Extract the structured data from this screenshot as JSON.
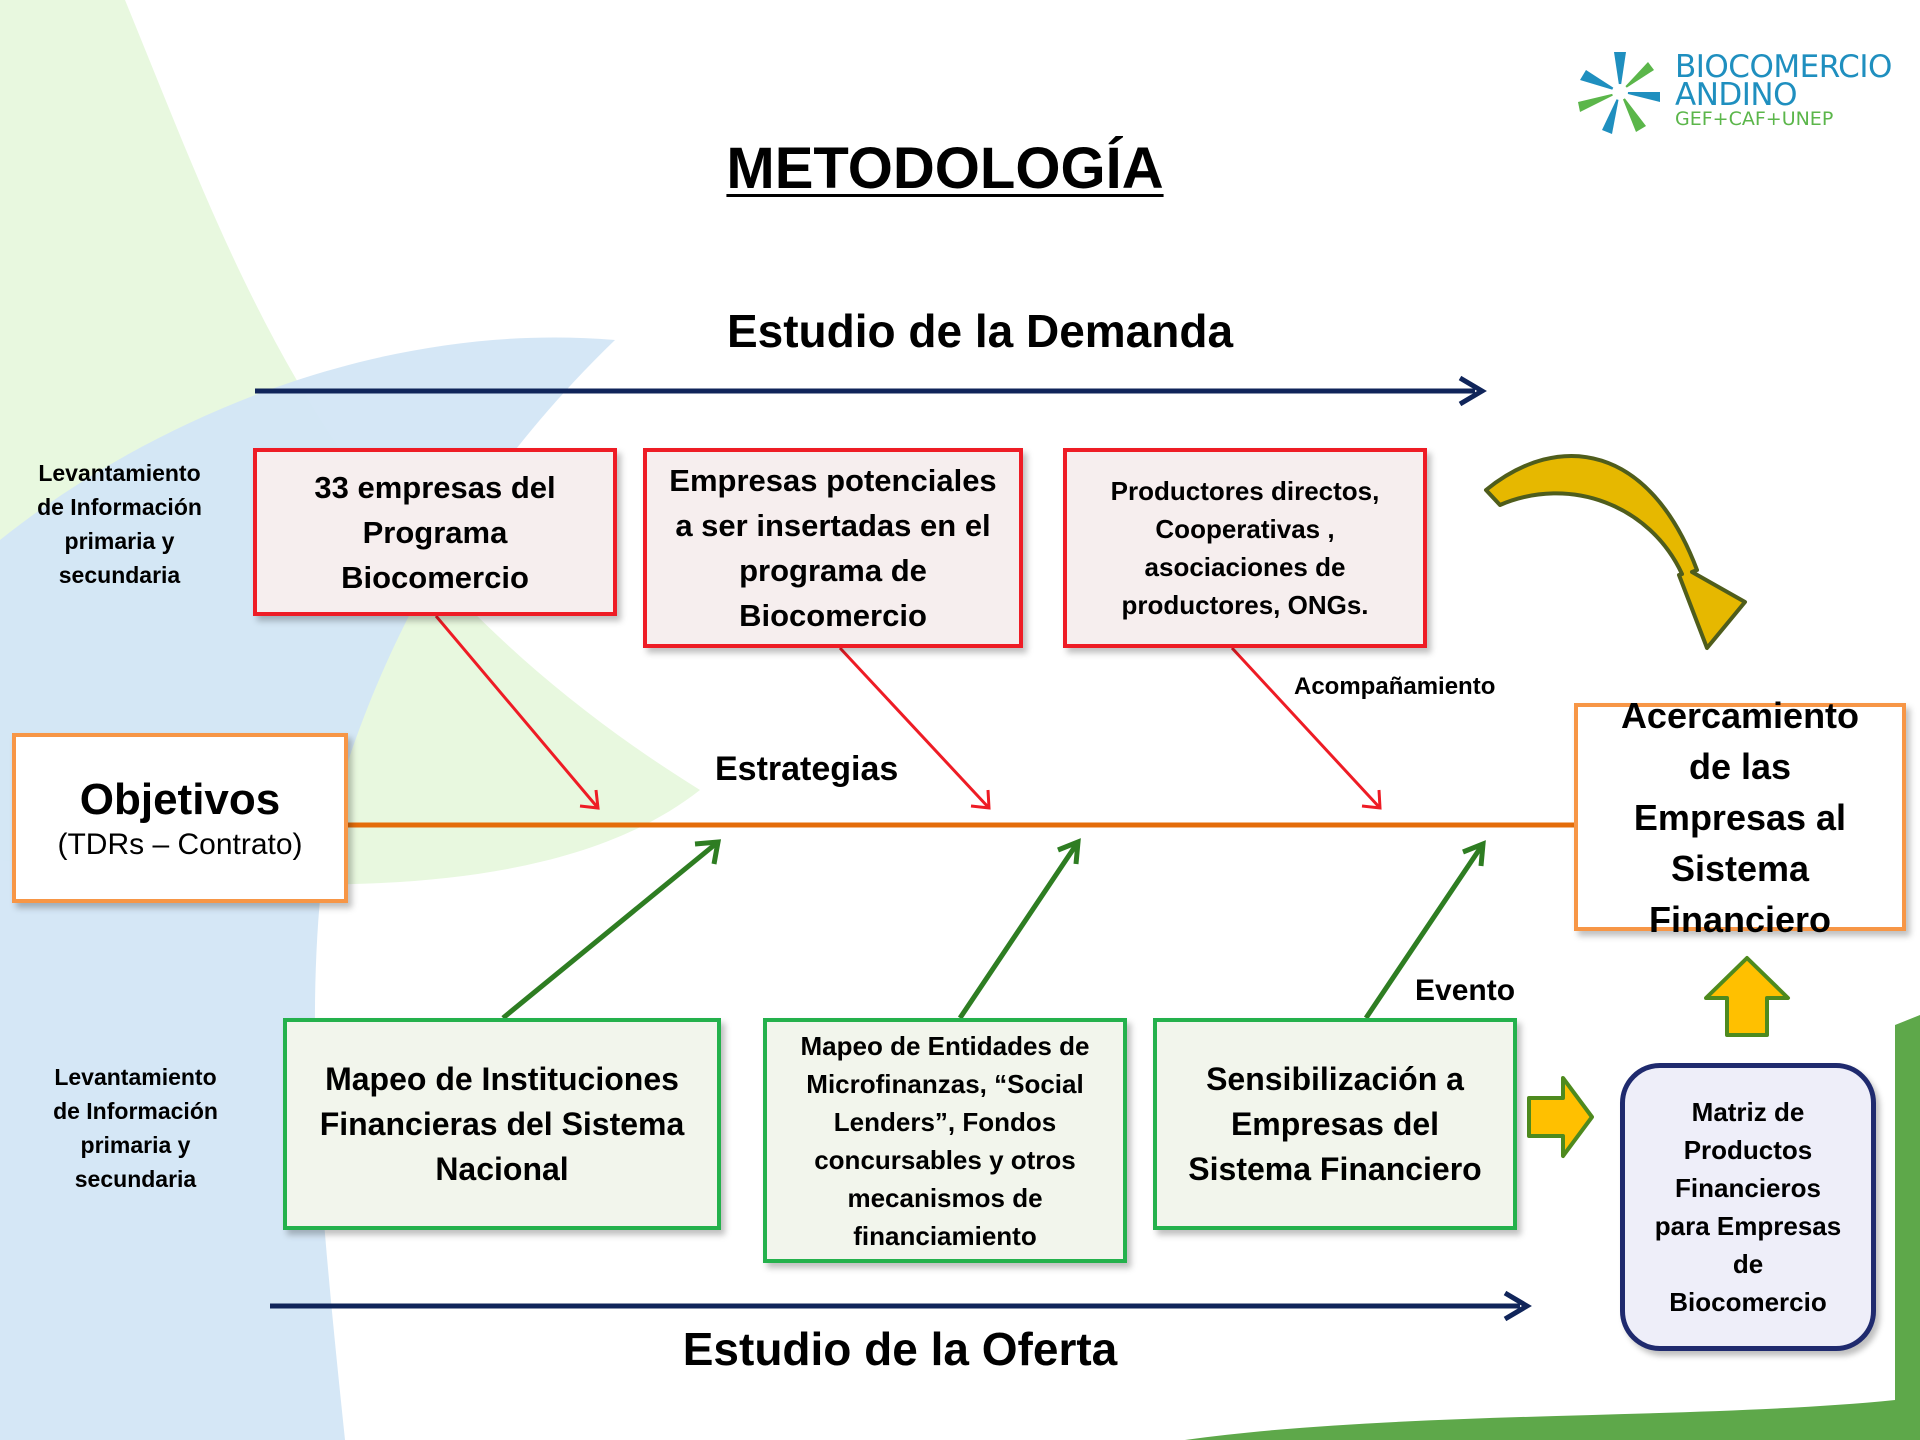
{
  "title": "METODOLOGÍA",
  "logo": {
    "line1": "BIOCOMERCIO",
    "line2": "ANDINO",
    "line3": "GEF+CAF+UNEP",
    "icon": "star-flower-icon"
  },
  "demand": {
    "heading": "Estudio de la Demanda",
    "side_label": "Levantamiento de Información primaria y secundaria",
    "boxes": [
      "33 empresas del Programa Biocomercio",
      "Empresas potenciales a ser insertadas en el programa de Biocomercio",
      "Productores directos, Cooperativas , asociaciones de productores, ONGs."
    ]
  },
  "supply": {
    "heading": "Estudio de la Oferta",
    "side_label": "Levantamiento de Información primaria y secundaria",
    "boxes": [
      "Mapeo de Instituciones Financieras del Sistema Nacional",
      "Mapeo de Entidades de Microfinanzas, “Social Lenders”, Fondos concursables y otros mecanismos de financiamiento",
      "Sensibilización a Empresas del Sistema Financiero"
    ]
  },
  "objectives": {
    "title": "Objetivos",
    "subtitle": "(TDRs – Contrato)"
  },
  "spine_labels": {
    "strategies": "Estrategias",
    "accompaniment": "Acompañamiento",
    "event": "Evento"
  },
  "outcome": "Acercamiento de las Empresas al Sistema Financiero",
  "matrix": "Matriz de Productos Financieros para Empresas de Biocomercio",
  "colors": {
    "demand_border": "#ee1c25",
    "supply_border": "#24b14c",
    "spine": "#e46c0a",
    "outcome_border": "#f79646",
    "matrix_border": "#1f2a6e",
    "timeline_arrow": "#10255a",
    "up_arrow": "#2e7d22",
    "gold_arrow": "#ffc000"
  }
}
